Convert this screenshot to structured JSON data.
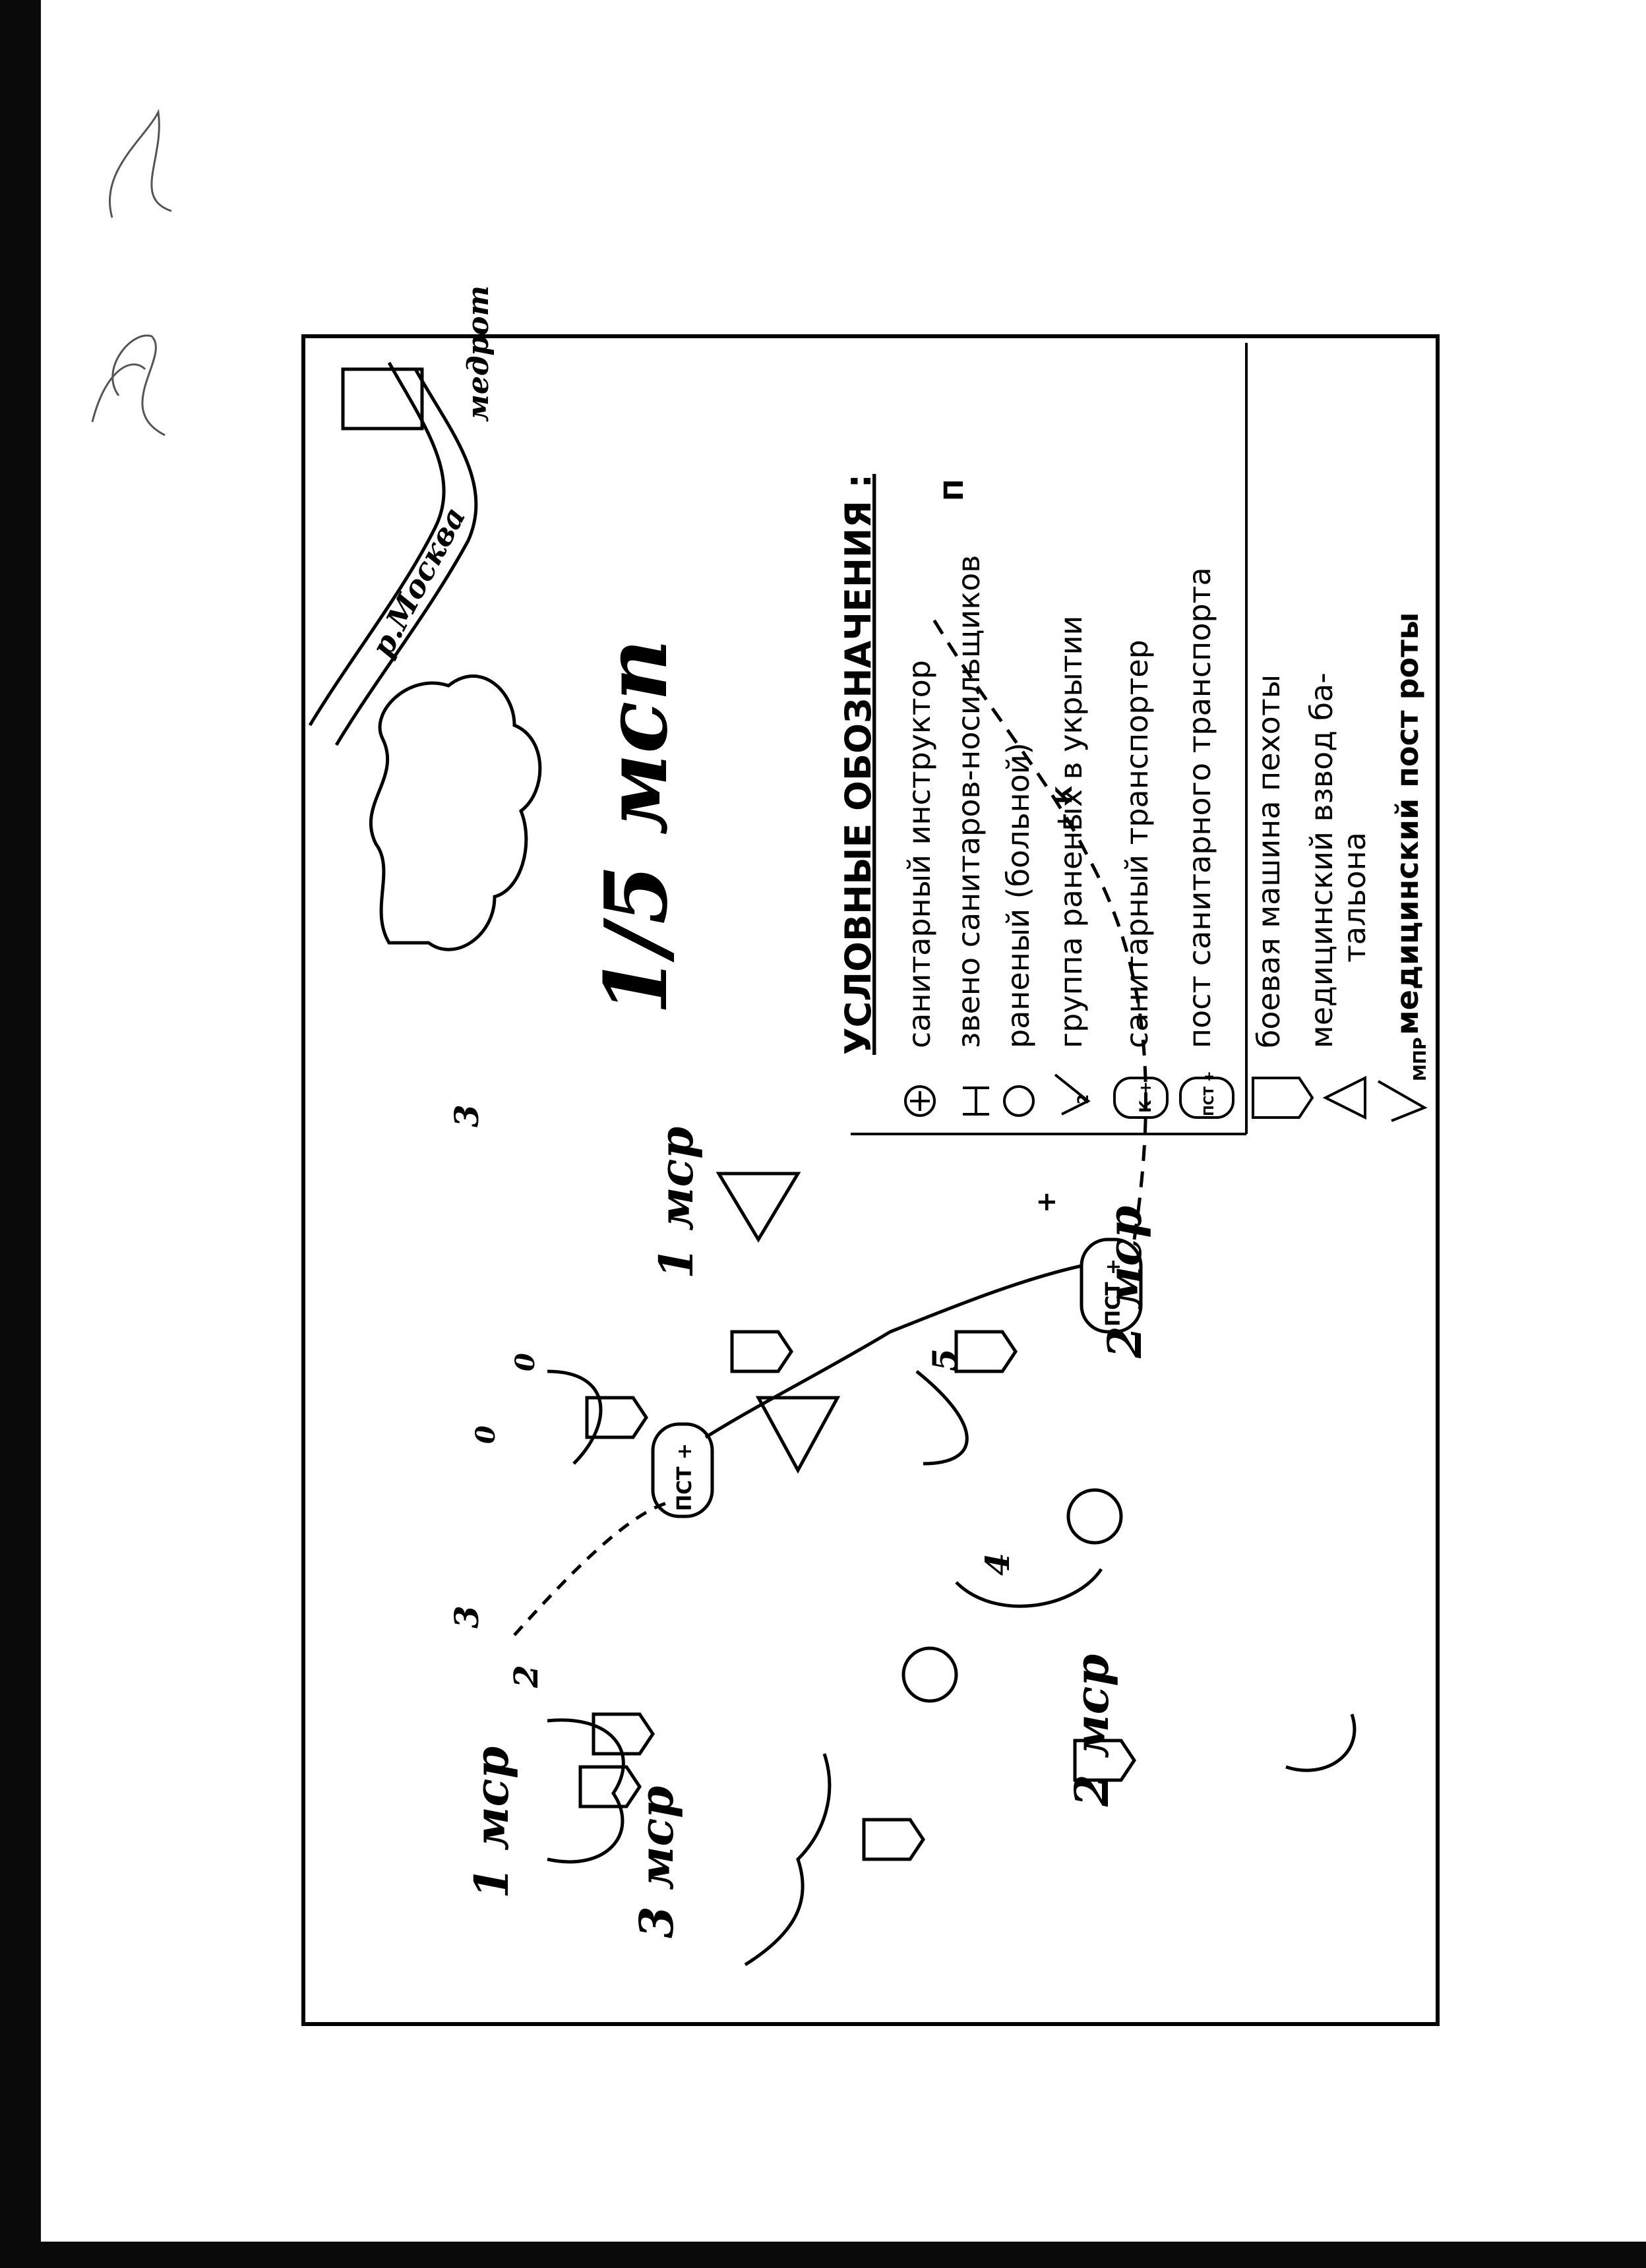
{
  "diagram": {
    "labels": {
      "unit_main": "1/5 мсп",
      "river": "р.Москва",
      "medrot": "медрот",
      "company_1_top": "1 мср",
      "company_1_left": "1 мср",
      "company_2_right": "2 мср",
      "company_2_bottom": "2 мср",
      "company_3": "3 мср",
      "num_2": "2",
      "num_3_top": "3",
      "num_3_left": "3",
      "num_4": "4",
      "num_5": "5",
      "num_0_a": "0",
      "num_0_b": "0"
    },
    "symbols": {
      "post_company": "ПСТ +",
      "post_company_2": "ПСТ +",
      "car_k": "+ К",
      "plus": "+",
      "p": "П"
    }
  },
  "legend": {
    "title": "УСЛОВНЫЕ ОБОЗНАЧЕНИЯ :",
    "items": [
      {
        "label": "санитарный инструктор"
      },
      {
        "label": "звено санитаров-носильщиков"
      },
      {
        "label": "раненый (больной)"
      },
      {
        "label": "группа раненых в укрытии"
      },
      {
        "label": "санитарный транспортер"
      },
      {
        "label": "пост санитарного транспорта"
      },
      {
        "label": "боевая машина пехоты"
      },
      {
        "label": "медицинский взвод ба-"
      },
      {
        "label": "тальона"
      },
      {
        "label": "медицинский пост роты"
      }
    ],
    "symbol_text": {
      "k_plus": "К +",
      "pst_plus": "ПСТ +",
      "mpr": "МПР",
      "count": "2"
    }
  }
}
